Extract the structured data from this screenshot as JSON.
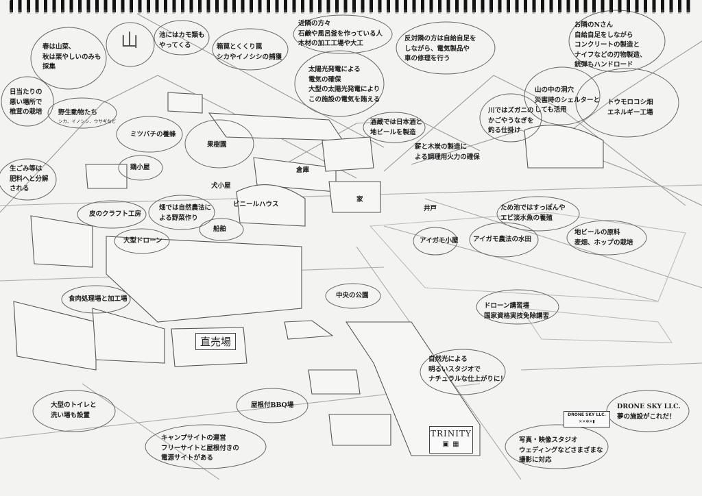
{
  "title_sign": "山",
  "labels": [
    [
      "春は山菜、",
      "秋は栗やしいのみも",
      "採集"
    ],
    [
      "池にはカモ類も",
      "やってくる"
    ],
    [
      "箱罠とくくり罠",
      "シカやイノシシの捕獲"
    ],
    [
      "近隣の方々",
      "石鹸や風呂釜を作っている人",
      "木材の加工工場や大工"
    ],
    [
      "反対隣の方は自給自足を",
      "しながら、電気製品や",
      "車の修理を行う"
    ],
    [
      "お隣のNさん",
      "自給自足をしながら",
      "コンクリートの製造と",
      "ナイフなどの刃物製造、",
      "銃弾もハンドロード"
    ],
    [
      "太陽光発電による",
      "電気の確保",
      "大型の太陽光発電により",
      "この施設の電気を賄える"
    ],
    [
      "日当たりの",
      "悪い場所で",
      "椎茸の栽培"
    ],
    [
      "野生動物たち"
    ],
    [
      "ミツバチの養蜂"
    ],
    [
      "果樹園"
    ],
    [
      "山の中の洞穴",
      "災害時のシェルターと",
      "しても活用"
    ],
    [
      "トウモロコシ畑",
      "エネルギー工場"
    ],
    [
      "川ではズガニの",
      "かごやうなぎを",
      "釣る仕掛け"
    ],
    [
      "酒蔵では日本酒と",
      "地ビールを製造"
    ],
    [
      "薪と木炭の製造に",
      "よる調理用火力の確保"
    ],
    [
      "鶏小屋"
    ],
    [
      "倉庫"
    ],
    [
      "生ごみ等は",
      "肥料へと分解",
      "される"
    ],
    [
      "犬小屋"
    ],
    [
      "家"
    ],
    [
      "井戸"
    ],
    [
      "ビニールハウス"
    ],
    [
      "皮のクラフト工房"
    ],
    [
      "畑では自然農法に",
      "よる野菜作り"
    ],
    [
      "船舶"
    ],
    [
      "大型ドローン"
    ],
    [
      "ため池ではすっぽんや",
      "エビ淡水魚の養殖"
    ],
    [
      "アイガモ小屋"
    ],
    [
      "アイガモ農法の水田"
    ],
    [
      "地ビールの原料",
      "麦畑、ホップの栽培"
    ],
    [
      "食肉処理場と加工場"
    ],
    [
      "中央の公園"
    ],
    [
      "ドローン講習場",
      "国家資格実技免除講習"
    ],
    [
      "自然光による",
      "明るいスタジオで",
      "ナチュラルな仕上がりに！"
    ],
    [
      "DRONE SKY LLC.",
      "夢の施設がこれだ！"
    ],
    [
      "写真・映像スタジオ",
      "ウェディングなどさまざまな",
      "撮影に対応"
    ],
    [
      "大型のトイレと",
      "洗い場も設置"
    ],
    [
      "屋根付BBQ場"
    ],
    [
      "キャンプサイトの運営",
      "フリーサイトと屋根付きの",
      "電源サイトがある"
    ]
  ],
  "wildlife_sub": "シカ、イノシシ、ウサギなど",
  "signs": {
    "direct_sales": "直売場",
    "studio": "TRINITY",
    "drone_company": "DRONE SKY LLC."
  }
}
